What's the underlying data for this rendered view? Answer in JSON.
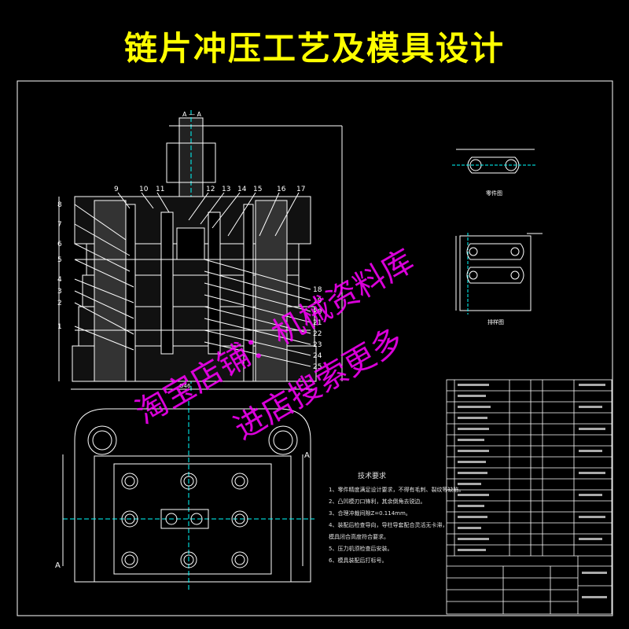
{
  "title": "链片冲压工艺及模具设计",
  "section_label": "A — A",
  "part_numbers_top": [
    "9",
    "10",
    "11",
    "12",
    "13",
    "14",
    "15",
    "16",
    "17"
  ],
  "part_numbers_left": [
    "8",
    "7",
    "6",
    "5",
    "4",
    "3",
    "2",
    "1"
  ],
  "part_numbers_right": [
    "18",
    "19",
    "20",
    "21",
    "22",
    "23",
    "24",
    "25"
  ],
  "overall_dim": "Ø46",
  "part_view_label": "零件图",
  "layout_view_label": "排样图",
  "section_marker": "A",
  "watermark_line1": "淘宝店铺：机械资料库",
  "watermark_line2": "进店搜索更多",
  "tech_requirements": {
    "title": "技术要求",
    "items": [
      "1、零件精度满足设计要求，不得有毛刺、裂纹等缺陷。",
      "2、凸凹模刃口锋利，其余倒角去锐边。",
      "3、合理冲裁间隙Z=0.114mm。",
      "4、装配后检查导向，导柱导套配合灵活无卡滞，",
      "   模具闭合高度符合要求。",
      "5、压力机须检查后安装。",
      "6、模具装配后打标号。"
    ]
  },
  "colors": {
    "title": "#ffff00",
    "lines": "#ffffff",
    "section": "#00ffff",
    "watermark": "#ff00ff",
    "green": "#00ff00"
  }
}
